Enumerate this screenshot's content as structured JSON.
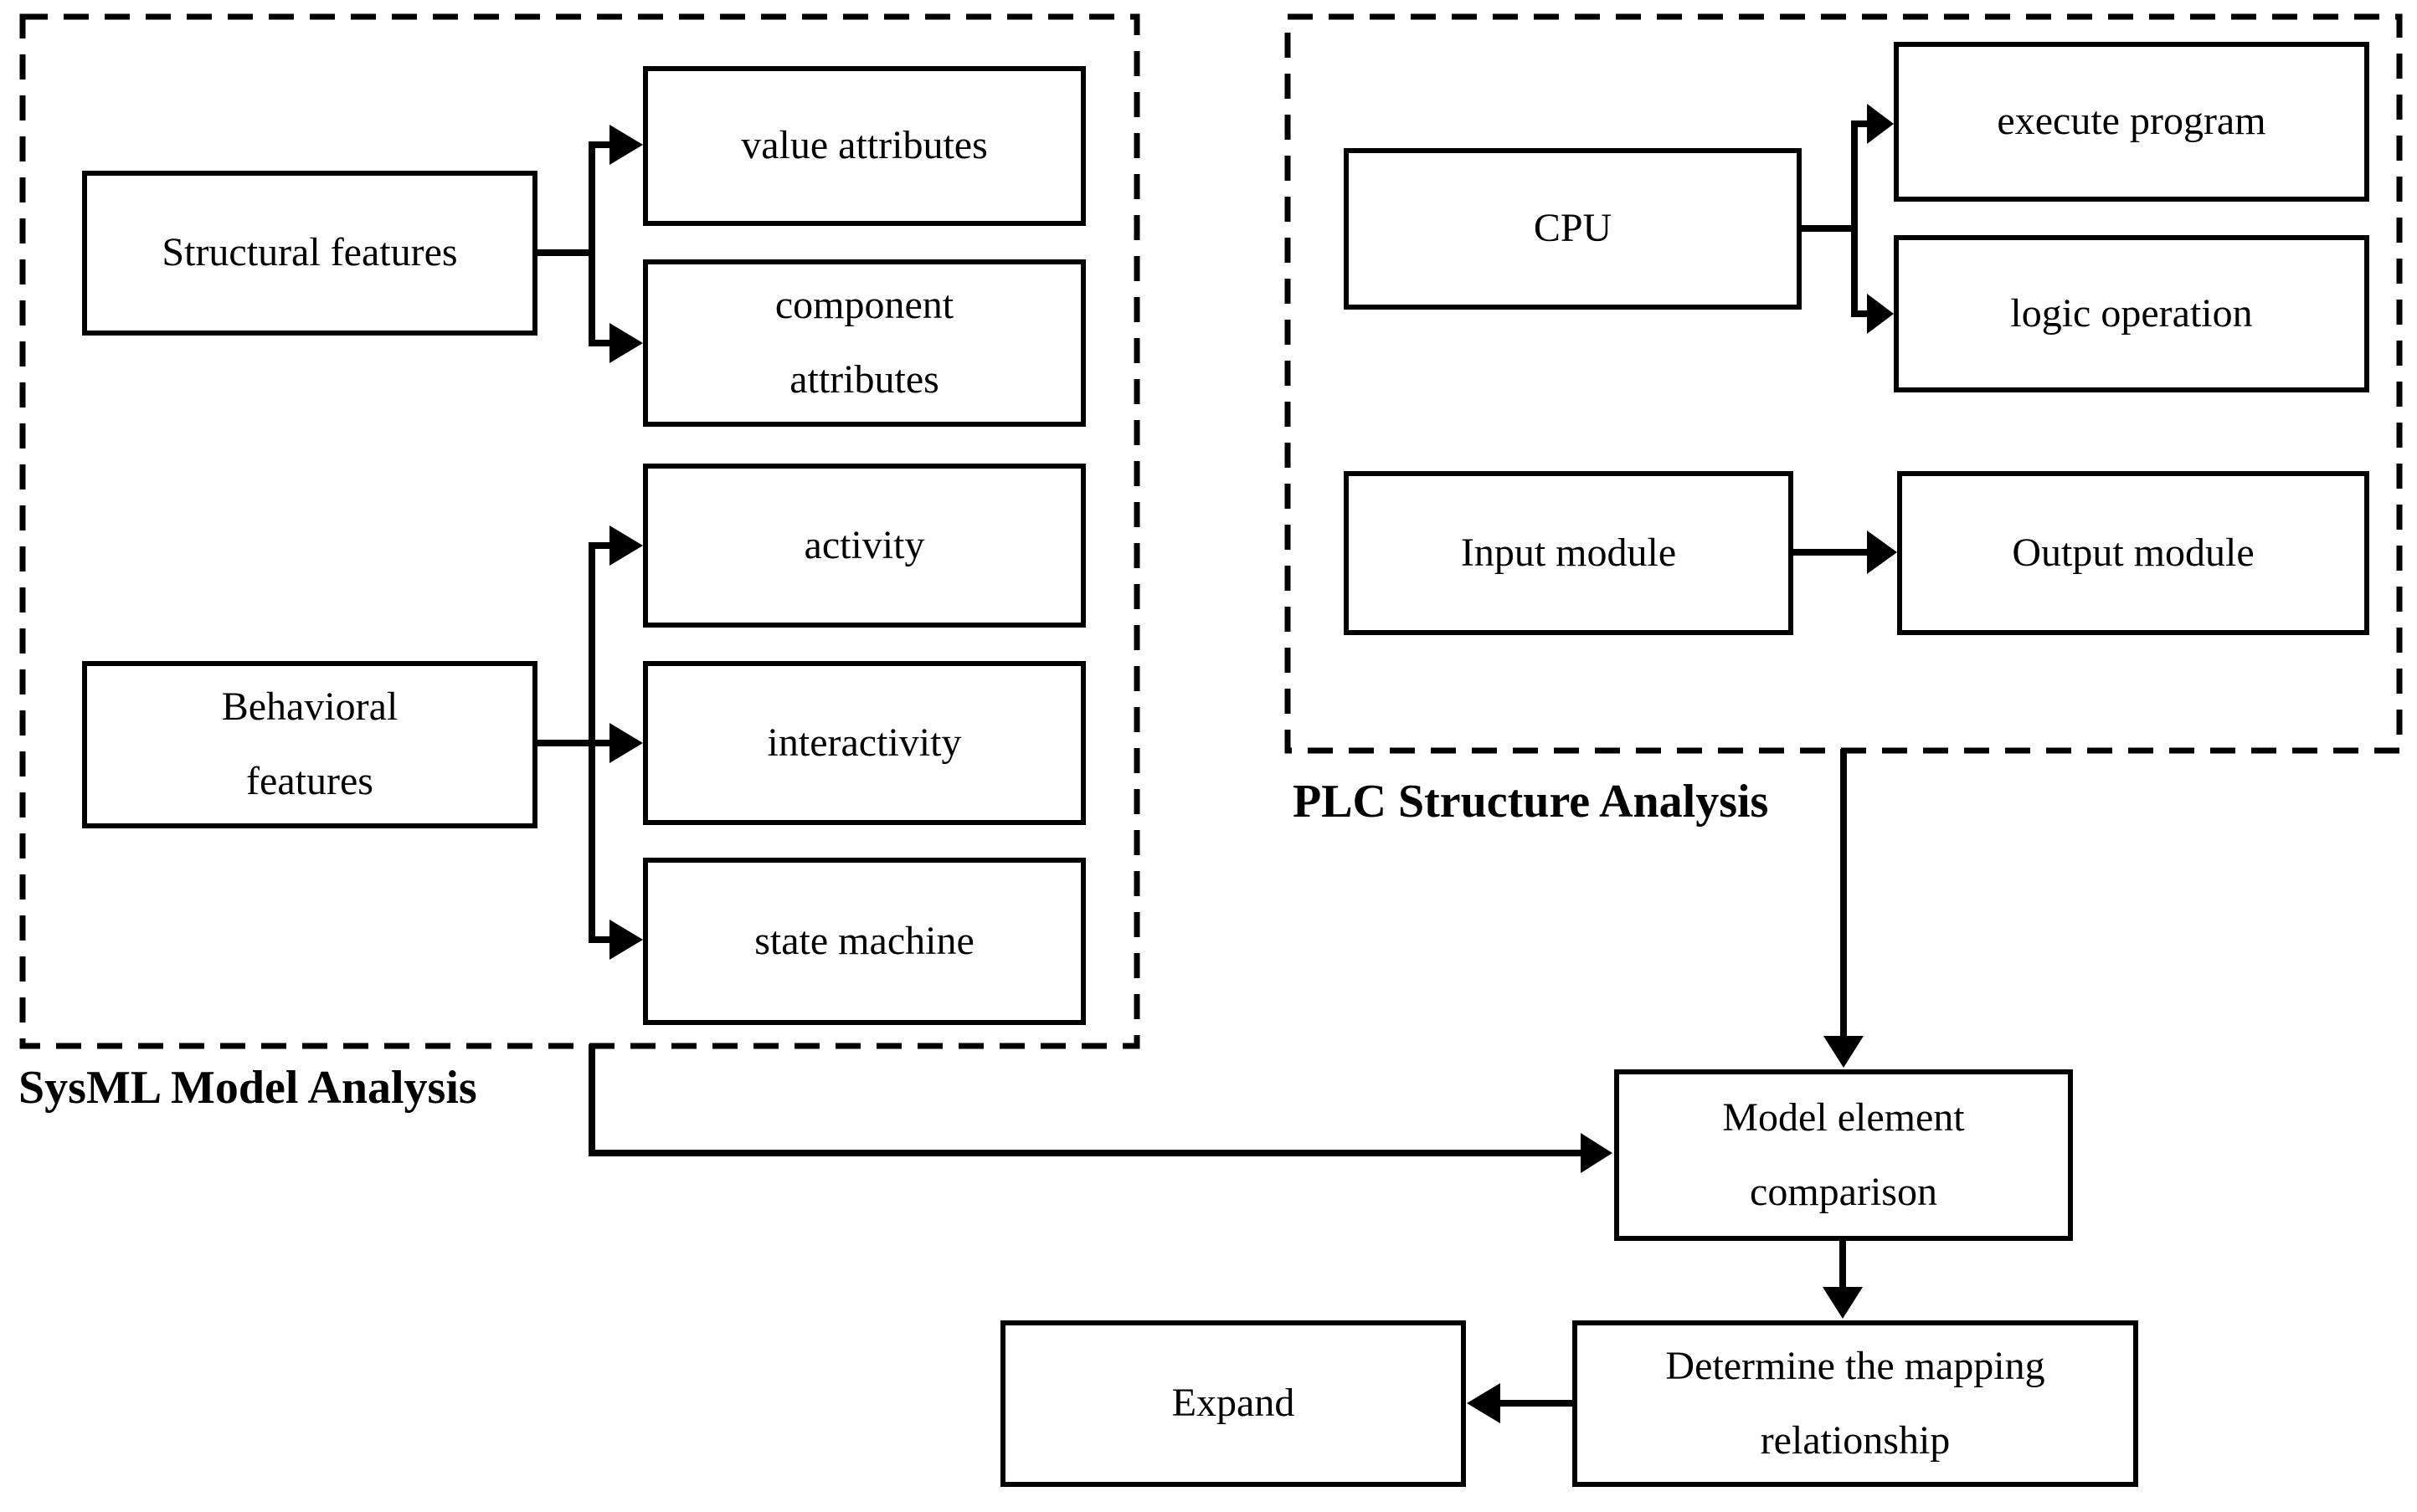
{
  "groups": {
    "sysml": {
      "label": "SysML Model Analysis"
    },
    "plc": {
      "label": "PLC Structure Analysis"
    }
  },
  "nodes": {
    "structural_features": {
      "text": "Structural features"
    },
    "value_attributes": {
      "text": "value attributes"
    },
    "component_attributes": {
      "text": "component attributes"
    },
    "behavioral_features": {
      "text": "Behavioral features"
    },
    "activity": {
      "text": "activity"
    },
    "interactivity": {
      "text": "interactivity"
    },
    "state_machine": {
      "text": "state machine"
    },
    "cpu": {
      "text": "CPU"
    },
    "execute_program": {
      "text": "execute program"
    },
    "logic_operation": {
      "text": "logic operation"
    },
    "input_module": {
      "text": "Input module"
    },
    "output_module": {
      "text": "Output module"
    },
    "model_element_comparison": {
      "text": "Model element comparison"
    },
    "determine_mapping": {
      "text": "Determine the mapping relationship"
    },
    "expand": {
      "text": "Expand"
    }
  },
  "edges": [
    {
      "from": "structural_features",
      "to": "value_attributes"
    },
    {
      "from": "structural_features",
      "to": "component_attributes"
    },
    {
      "from": "behavioral_features",
      "to": "activity"
    },
    {
      "from": "behavioral_features",
      "to": "interactivity"
    },
    {
      "from": "behavioral_features",
      "to": "state_machine"
    },
    {
      "from": "cpu",
      "to": "execute_program"
    },
    {
      "from": "cpu",
      "to": "logic_operation"
    },
    {
      "from": "input_module",
      "to": "output_module"
    },
    {
      "from": "sysml_group",
      "to": "model_element_comparison"
    },
    {
      "from": "plc_group",
      "to": "model_element_comparison"
    },
    {
      "from": "model_element_comparison",
      "to": "determine_mapping"
    },
    {
      "from": "determine_mapping",
      "to": "expand"
    }
  ],
  "colors": {
    "line_color": "#000000",
    "background_color": "#ffffff",
    "box_fill_color": "#ffffff",
    "text_color": "#000000"
  }
}
